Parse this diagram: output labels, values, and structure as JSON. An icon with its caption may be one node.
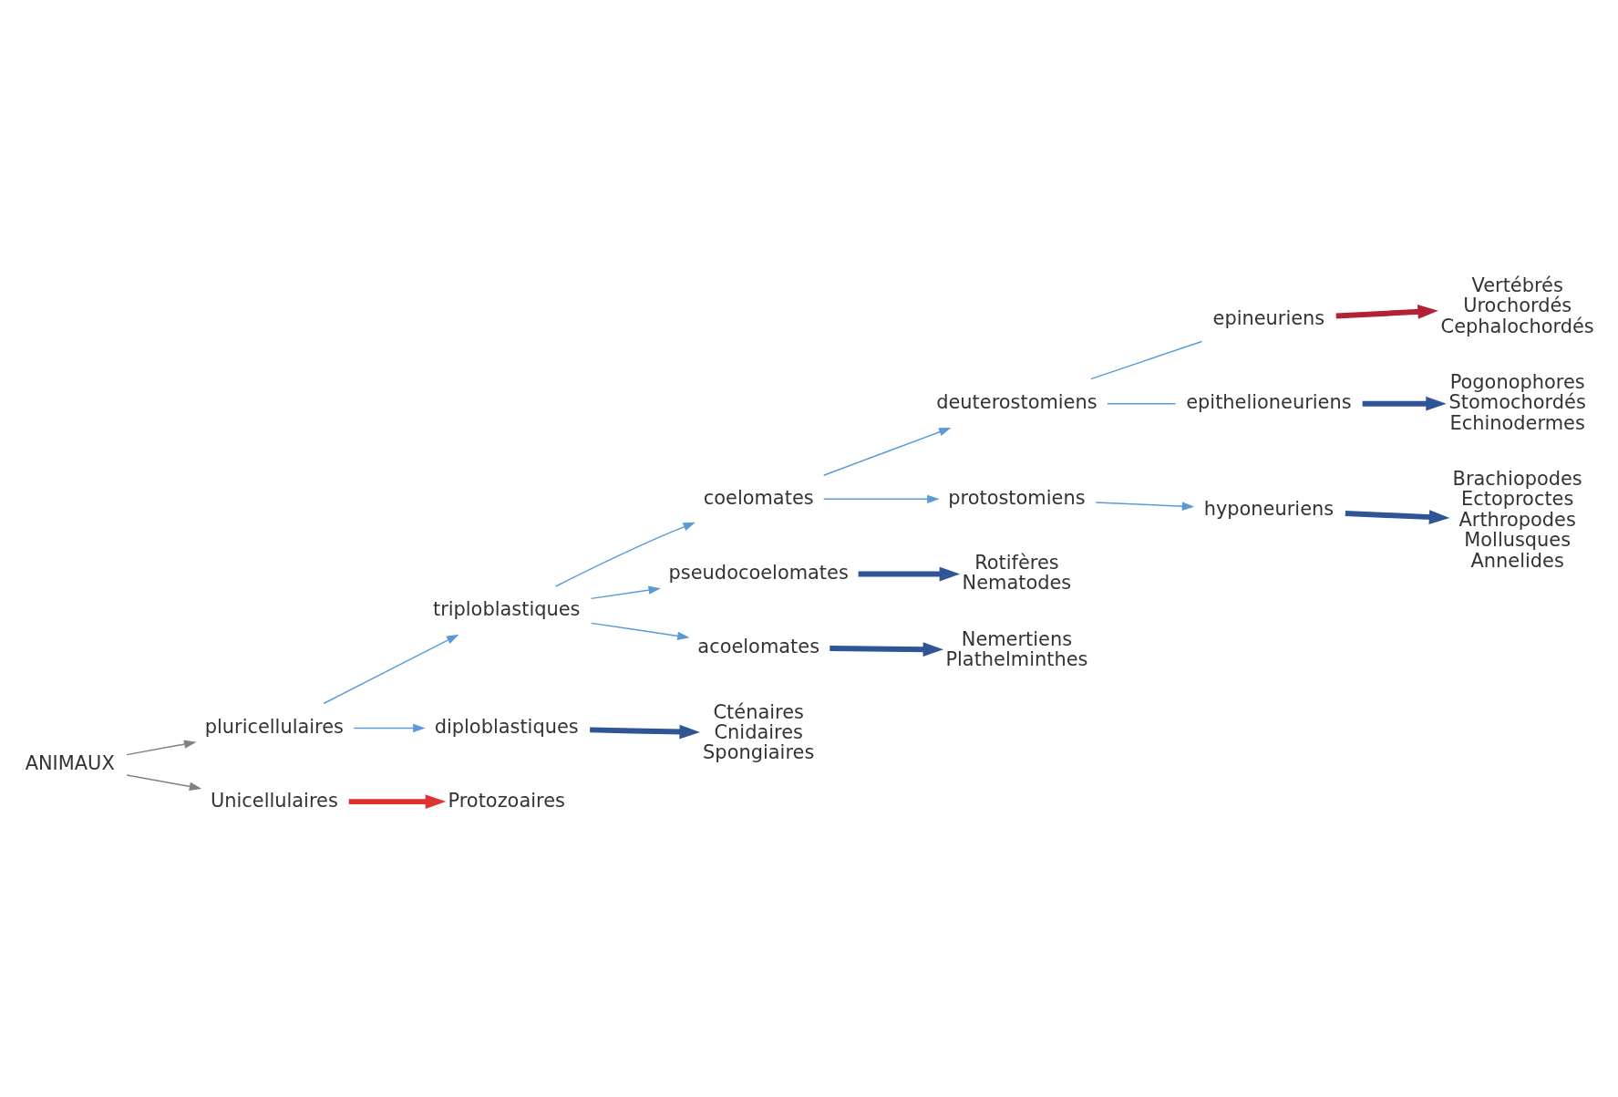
{
  "diagram": {
    "nodes": [
      {
        "text": [
          "ANIMAUX"
        ]
      },
      {
        "text": [
          "pluricellulaires"
        ]
      },
      {
        "text": [
          "Unicellulaires"
        ]
      },
      {
        "text": [
          "triploblastiques"
        ]
      },
      {
        "text": [
          "diploblastiques"
        ]
      },
      {
        "text": [
          "coelomates"
        ]
      },
      {
        "text": [
          "pseudocoelomates"
        ]
      },
      {
        "text": [
          "acoelomates"
        ]
      },
      {
        "text": [
          "deuterostomiens"
        ]
      },
      {
        "text": [
          "protostomiens"
        ]
      },
      {
        "text": [
          "epineuriens"
        ]
      },
      {
        "text": [
          "epithelioneuriens"
        ]
      },
      {
        "text": [
          "hyponeuriens"
        ]
      },
      {
        "text": [
          "Vertébrés",
          "Urochordés",
          "Cephalochordés"
        ]
      },
      {
        "text": [
          "Pogonophores",
          "Stomochordés",
          "Echinodermes"
        ]
      },
      {
        "text": [
          "Brachiopodes",
          "Ectoproctes",
          "Arthropodes",
          "Mollusques",
          "Annelides"
        ]
      },
      {
        "text": [
          "Rotifères",
          "Nematodes"
        ]
      },
      {
        "text": [
          "Nemertiens",
          "Plathelminthes"
        ]
      },
      {
        "text": [
          "Cténaires",
          "Cnidaires",
          "Spongiaires"
        ]
      },
      {
        "text": [
          "Protozoaires"
        ]
      }
    ],
    "edges": [
      {
        "from": 0,
        "to": 1,
        "arrow": "to",
        "color": "#808080"
      },
      {
        "from": 0,
        "to": 2,
        "arrow": "to",
        "color": "#808080"
      },
      {
        "from": 1,
        "to": 3,
        "arrow": "to"
      },
      {
        "from": 1,
        "to": 4,
        "arrow": "to"
      },
      {
        "from": 3,
        "to": 5,
        "arrow": "to"
      },
      {
        "from": 3,
        "to": 6,
        "arrow": "to"
      },
      {
        "from": 3,
        "to": 7,
        "arrow": "to"
      },
      {
        "from": 5,
        "to": 8,
        "arrow": "to"
      },
      {
        "from": 5,
        "to": 9,
        "arrow": "to"
      },
      {
        "from": 8,
        "to": 10,
        "arrow": "none"
      },
      {
        "from": 8,
        "to": 11,
        "arrow": "none"
      },
      {
        "from": 9,
        "to": 12,
        "arrow": "to"
      },
      {
        "from": 10,
        "to": 13,
        "arrow": "to",
        "style": "thick",
        "color": "#b22234"
      },
      {
        "from": 11,
        "to": 14,
        "arrow": "to",
        "style": "thick",
        "color": "#2f5597"
      },
      {
        "from": 12,
        "to": 15,
        "arrow": "to",
        "style": "thick",
        "color": "#2f5597"
      },
      {
        "from": 6,
        "to": 16,
        "arrow": "to",
        "style": "thick",
        "color": "#2f5597"
      },
      {
        "from": 7,
        "to": 17,
        "arrow": "to",
        "style": "thick",
        "color": "#2f5597"
      },
      {
        "from": 4,
        "to": 18,
        "arrow": "to",
        "style": "thick",
        "color": "#2f5597"
      },
      {
        "from": 2,
        "to": 19,
        "arrow": "to",
        "style": "thick",
        "color": "#e03030"
      }
    ]
  }
}
